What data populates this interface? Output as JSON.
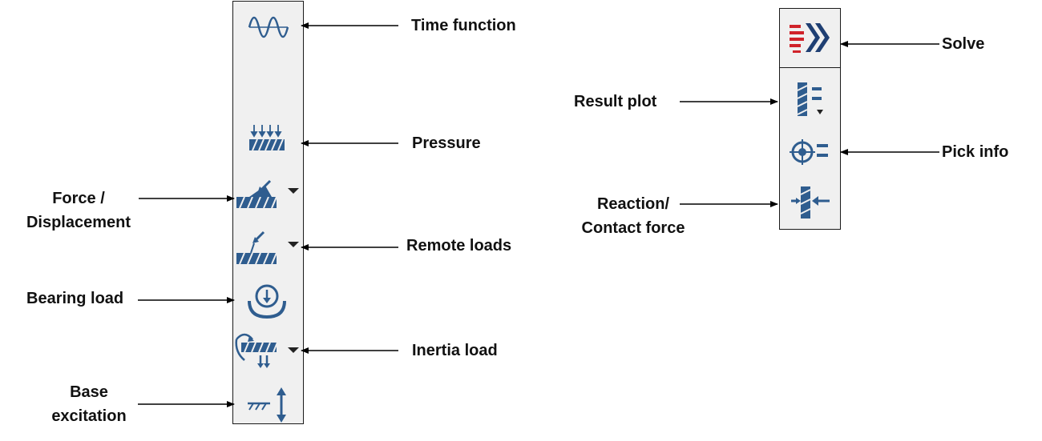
{
  "labels": {
    "time_function": "Time function",
    "pressure": "Pressure",
    "force_displacement": [
      "Force /",
      "Displacement"
    ],
    "remote_loads": "Remote loads",
    "bearing_load": "Bearing load",
    "inertia_load": "Inertia load",
    "base_excitation": [
      "Base",
      "excitation"
    ],
    "solve": "Solve",
    "result_plot": "Result plot",
    "pick_info": "Pick info",
    "reaction_contact_force": [
      "Reaction/",
      "Contact force"
    ]
  },
  "icons": {
    "time_function": "sine-wave-icon",
    "pressure": "pressure-icon",
    "force_displacement": "force-displacement-icon",
    "remote_loads": "remote-load-icon",
    "bearing_load": "bearing-load-icon",
    "inertia_load": "inertia-load-icon",
    "base_excitation": "base-excitation-icon",
    "solve": "solve-icon",
    "result_plot": "result-plot-icon",
    "pick_info": "pick-info-icon",
    "reaction_contact_force": "reaction-force-icon"
  },
  "colors": {
    "icon_blue": "#2f5d8f",
    "solve_red": "#d0232a",
    "solve_navy": "#1f3f73",
    "toolbar_bg": "#f0f0f0"
  }
}
